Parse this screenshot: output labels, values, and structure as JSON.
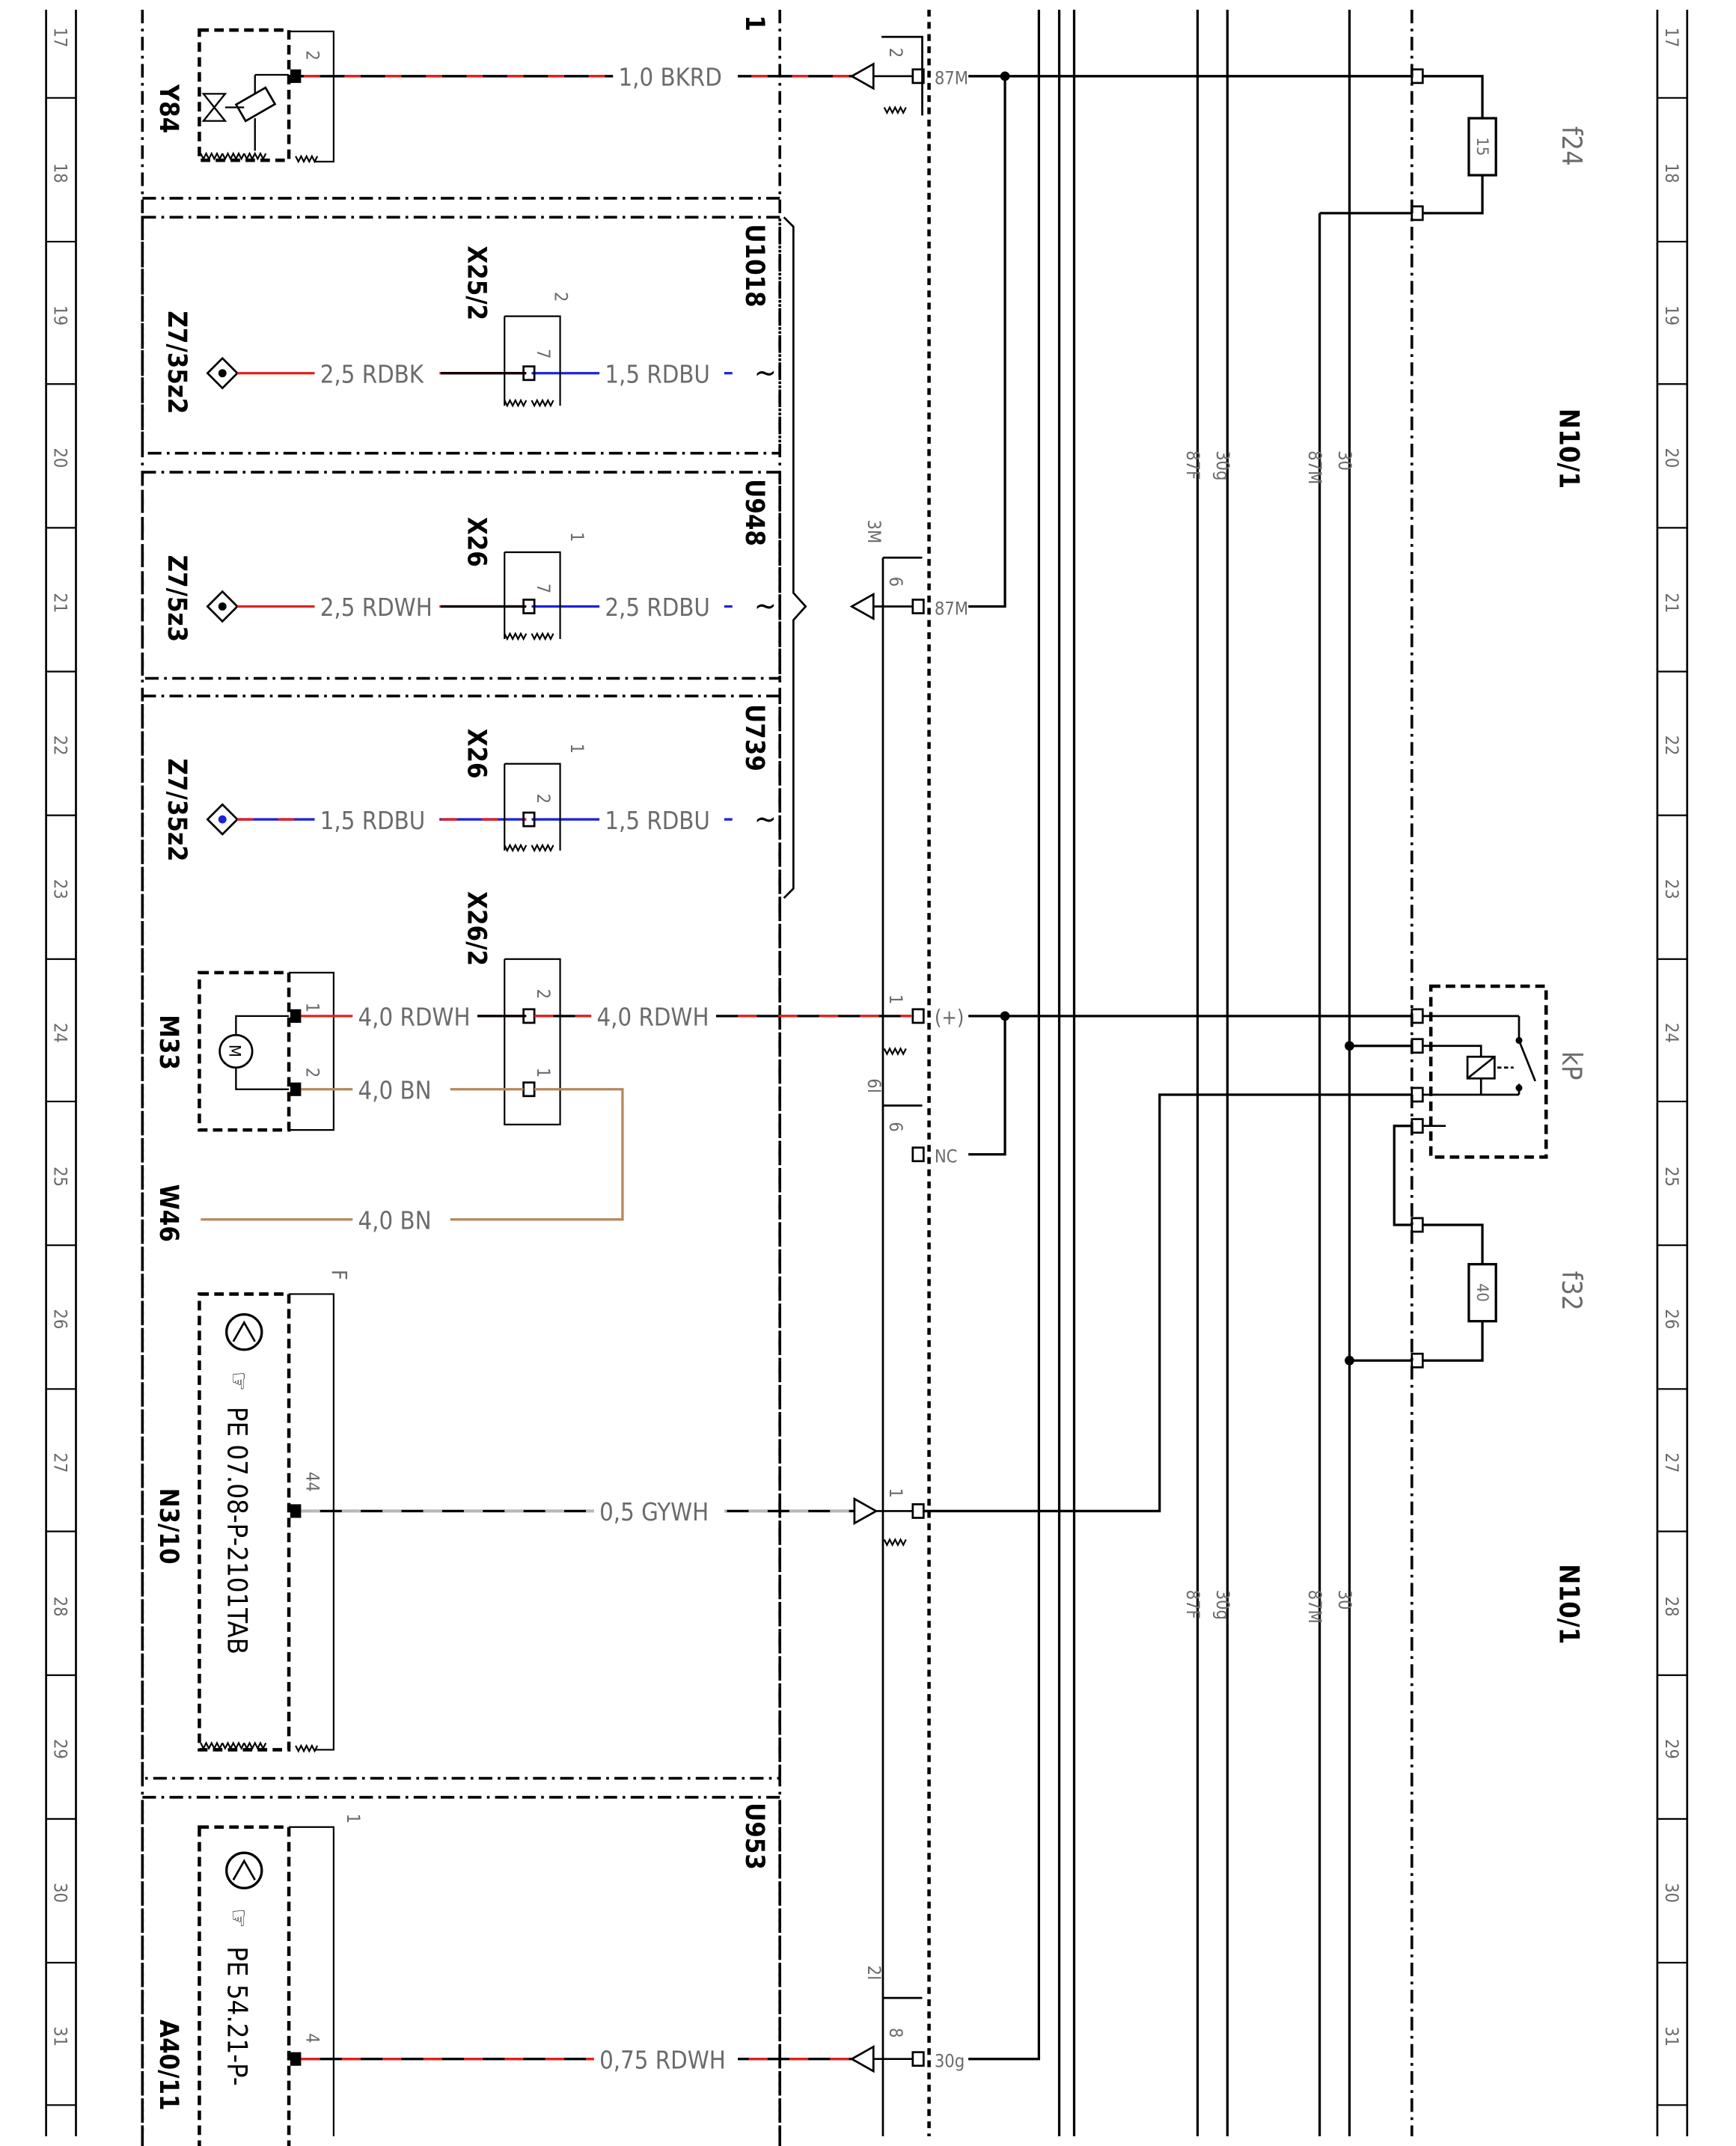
{
  "colors": {
    "black": "#000000",
    "red": "#e22020",
    "blue": "#1f22d6",
    "brown": "#b5875c",
    "gray": "#9a9a9a",
    "label_gray": "#6b6b6b"
  },
  "ruler": [
    "17",
    "18",
    "19",
    "20",
    "21",
    "22",
    "23",
    "24",
    "25",
    "26",
    "27",
    "28",
    "29",
    "30",
    "31"
  ],
  "modules": {
    "u1018": "U1018",
    "u948": "U948",
    "u739": "U739",
    "u953": "U953"
  },
  "components": {
    "y84": "Y84",
    "z7_35z2_a": "Z7/35z2",
    "z7_5z3": "Z7/5z3",
    "z7_35z2_b": "Z7/35z2",
    "m33": "M33",
    "w46": "W46",
    "n3_10": "N3/10",
    "a40_11": "A40/11",
    "n3_ref": "PE 07.08-P-2101TAB",
    "a40_ref": "PE 54.21-P-",
    "f24": "f24",
    "f32": "f32",
    "kp": "kP",
    "n10_top": "N10/1",
    "n10_bottom": "N10/1"
  },
  "connectors": {
    "x25_2": "X25/2",
    "x26_a": "X26",
    "x26_b": "X26",
    "x26_2": "X26/2"
  },
  "wires": {
    "y84": "1,0 BKRD",
    "rdbk": "2,5 RDBK",
    "rdbu_a": "1,5 RDBU",
    "rdwh_a": "2,5 RDWH",
    "rdbu_b": "2,5 RDBU",
    "rdbu_c": "1,5 RDBU",
    "rdbu_d": "1,5 RDBU",
    "rdwh_b": "4,0 RDWH",
    "rdwh_c": "4,0 RDWH",
    "bn_a": "4,0 BN",
    "bn_b": "4,0 BN",
    "gywh": "0,5 GYWH",
    "rdwh_d": "0,75 RDWH"
  },
  "pins": {
    "p1": "1",
    "y84_pin": "2",
    "y84_plug": "2",
    "x25_top": "2",
    "x25_pin": "7",
    "x26a_top": "1",
    "x26a_pin": "7",
    "x26b_top": "1",
    "x26b_pin": "2",
    "x26_2_pin2": "2",
    "x26_2_pin1": "1",
    "m33_1": "1",
    "m33_2": "2",
    "n3_f": "F",
    "n3_44": "44",
    "a40_top": "1",
    "a40_4": "4",
    "plug_2_1": "2",
    "plug_3m": "3M",
    "plug_6a": "6",
    "plug_1a": "1",
    "plug_6i": "6I",
    "plug_6b": "6",
    "plug_1b": "1",
    "plug_2i": "2I",
    "plug_8": "8",
    "t87m_a": "87M",
    "t87m_b": "87M",
    "tplus": "(+)",
    "tnc": "NC",
    "t30g": "30g",
    "bus_87f_a": "87F",
    "bus_30g_a": "30g",
    "bus_87m_a": "87M",
    "bus_30_a": "30",
    "bus_87f_b": "87F",
    "bus_30g_b": "30g",
    "bus_87m_b": "87M",
    "bus_30_b": "30",
    "f24_val": "15",
    "f32_val": "40"
  }
}
